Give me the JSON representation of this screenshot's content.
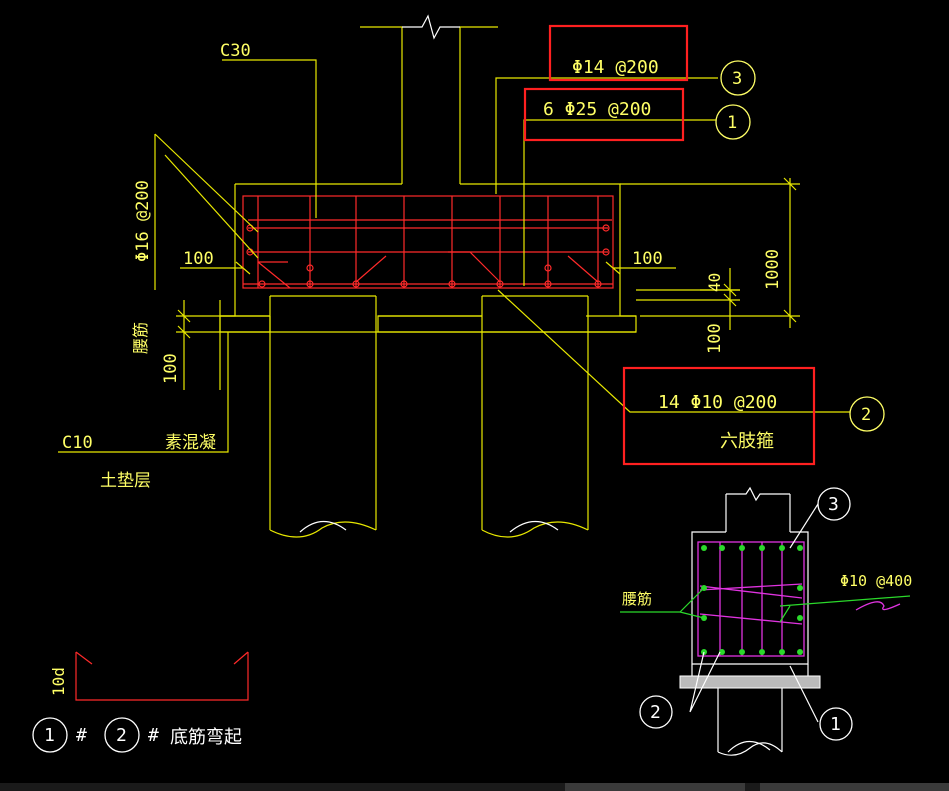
{
  "labels": {
    "concrete_grade": "C30",
    "cap_top_bar": "Φ14 @200",
    "cap_bottom_bar": "6 Φ25 @200",
    "side_bar": "Φ16 @200",
    "dim_100_left": "100",
    "dim_100_right": "100",
    "dim_1000": "1000",
    "dim_40": "40",
    "dim_100_mid": "100",
    "dim_100_low": "100",
    "waist_bar_vertical": "腰筋",
    "stirrup_spec": "14 Φ10 @200",
    "stirrup_type": "六肢箍",
    "c10": "C10",
    "plain_concrete": "素混凝",
    "cushion": "土垫层",
    "bend_10d": "10d",
    "note_bend": "底筋弯起",
    "section_waist": "腰筋",
    "section_tie": "Φ10 @400"
  },
  "bubbles": {
    "b1": "1",
    "b2": "2",
    "b3": "3",
    "note_b1": "1",
    "note_b2": "2",
    "sec_b1": "1",
    "sec_b2": "2",
    "sec_b3": "3",
    "note_mark1": "#",
    "note_mark2": "#"
  },
  "colors": {
    "background": "#000000",
    "line_yellow": "#e8e800",
    "rebar_red": "#ff2a2a",
    "highlight_box": "#ff2020",
    "leader_green": "#2bd92b",
    "stirrup_magenta": "#e033e0",
    "bubble_white": "#ffffff"
  }
}
